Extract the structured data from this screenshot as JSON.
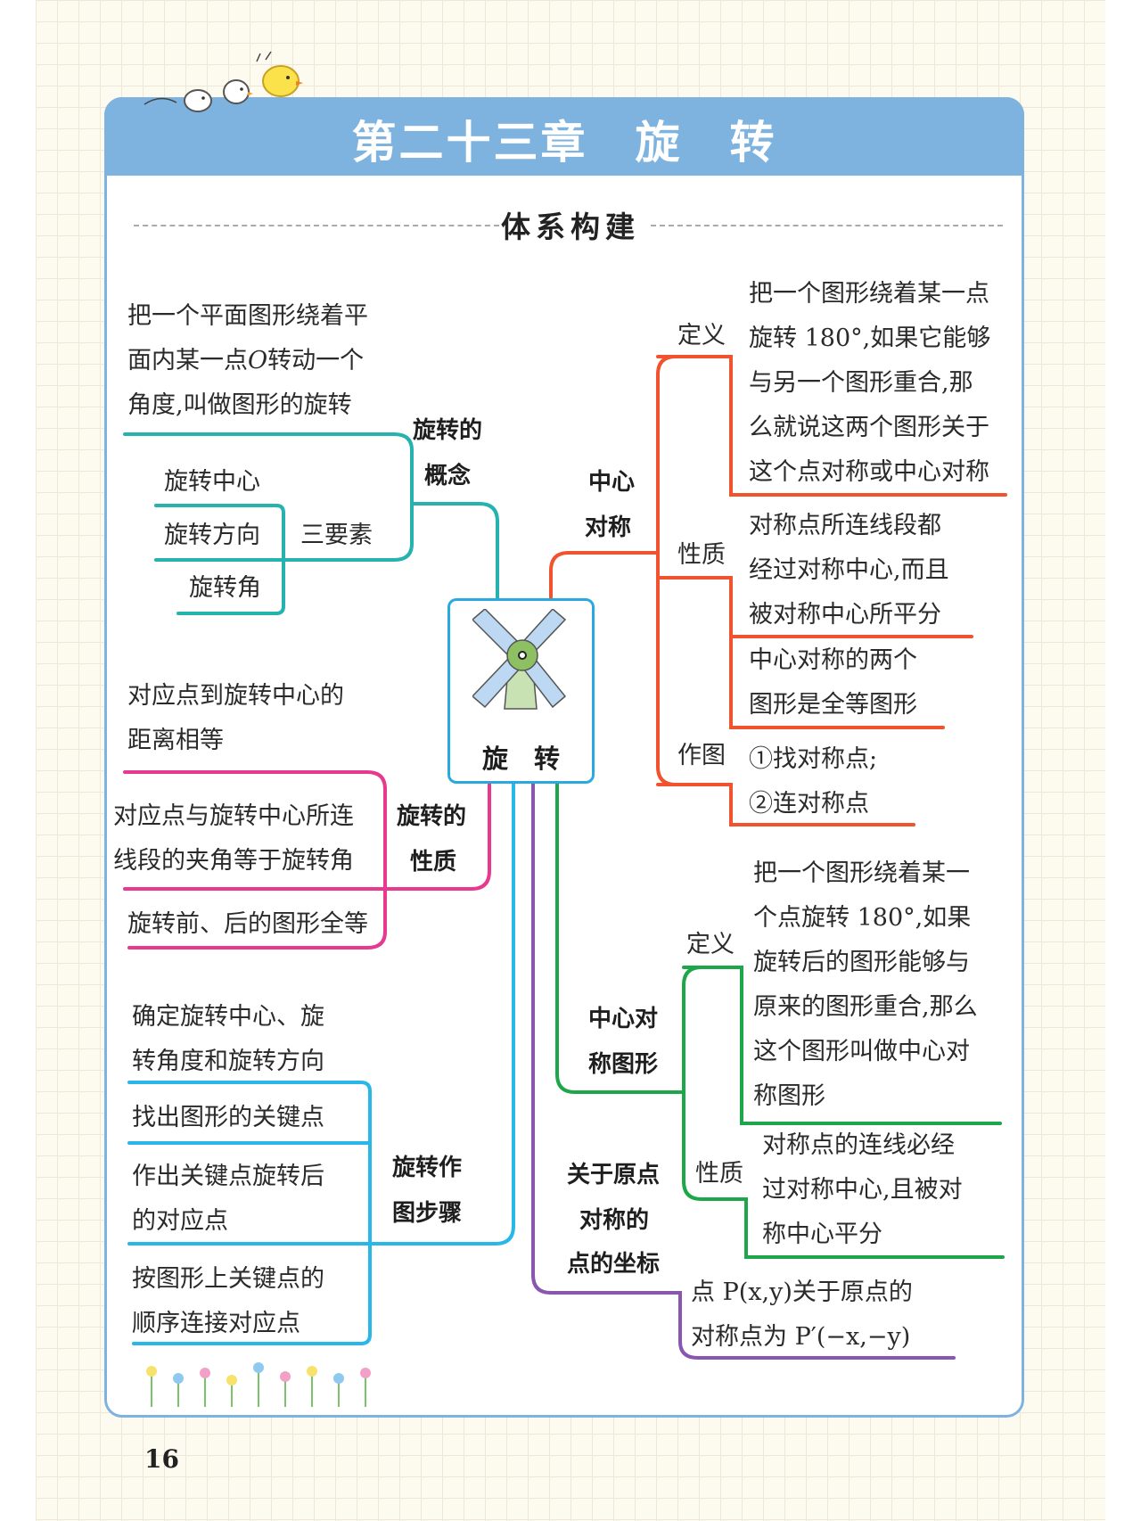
{
  "header": {
    "title": "第二十三章　旋　转"
  },
  "section": {
    "subtitle": "体系构建"
  },
  "center": {
    "label": "旋　转",
    "icon": "windmill-icon"
  },
  "concept": {
    "branch_label_1": "旋转的",
    "branch_label_2": "概念",
    "definition_lines": [
      "把一个平面图形绕着平",
      "面内某一点",
      "O",
      "转动一个",
      "角度,叫做图形的旋转"
    ],
    "three_elements": "三要素",
    "elements": [
      "旋转中心",
      "旋转方向",
      "旋转角"
    ]
  },
  "property": {
    "branch_label_1": "旋转的",
    "branch_label_2": "性质",
    "items": [
      [
        "对应点到旋转中心的",
        "距离相等"
      ],
      [
        "对应点与旋转中心所连",
        "线段的夹角等于旋转角"
      ],
      [
        "旋转前、后的图形全等"
      ]
    ]
  },
  "steps": {
    "branch_label_1": "旋转作",
    "branch_label_2": "图步骤",
    "items": [
      [
        "确定旋转中心、旋",
        "转角度和旋转方向"
      ],
      [
        "找出图形的关键点"
      ],
      [
        "作出关键点旋转后",
        "的对应点"
      ],
      [
        "按图形上关键点的",
        "顺序连接对应点"
      ]
    ]
  },
  "central_symmetry": {
    "branch_label_1": "中心",
    "branch_label_2": "对称",
    "definition_label": "定义",
    "definition_lines": [
      "把一个图形绕着某一点",
      "旋转 180°,如果它能够",
      "与另一个图形重合,那",
      "么就说这两个图形关于",
      "这个点对称或中心对称"
    ],
    "property_label": "性质",
    "property_1": [
      "对称点所连线段都",
      "经过对称中心,而且",
      "被对称中心所平分"
    ],
    "property_2": [
      "中心对称的两个",
      "图形是全等图形"
    ],
    "construction_label": "作图",
    "construction": [
      "①找对称点;",
      "②连对称点"
    ]
  },
  "symmetric_figure": {
    "branch_label_1": "中心对",
    "branch_label_2": "称图形",
    "definition_label": "定义",
    "definition_lines": [
      "把一个图形绕着某一",
      "个点旋转 180°,如果",
      "旋转后的图形能够与",
      "原来的图形重合,那么",
      "这个图形叫做中心对",
      "称图形"
    ],
    "property_label": "性质",
    "property_lines": [
      "对称点的连线必经",
      "过对称中心,且被对",
      "称中心平分"
    ]
  },
  "origin": {
    "branch_label_1": "关于原点",
    "branch_label_2": "对称的",
    "branch_label_3": "点的坐标",
    "line_1": "点 P(x,y)关于原点的",
    "line_2": "对称点为 P′(−x,−y)"
  },
  "page": {
    "number": "16"
  },
  "colors": {
    "header": "#7eb3df",
    "concept": "#26b3b0",
    "property": "#e6398f",
    "steps": "#29b6e8",
    "central_symmetry": "#f0532d",
    "symmetric_figure": "#1ea64b",
    "origin": "#8a57b0"
  }
}
